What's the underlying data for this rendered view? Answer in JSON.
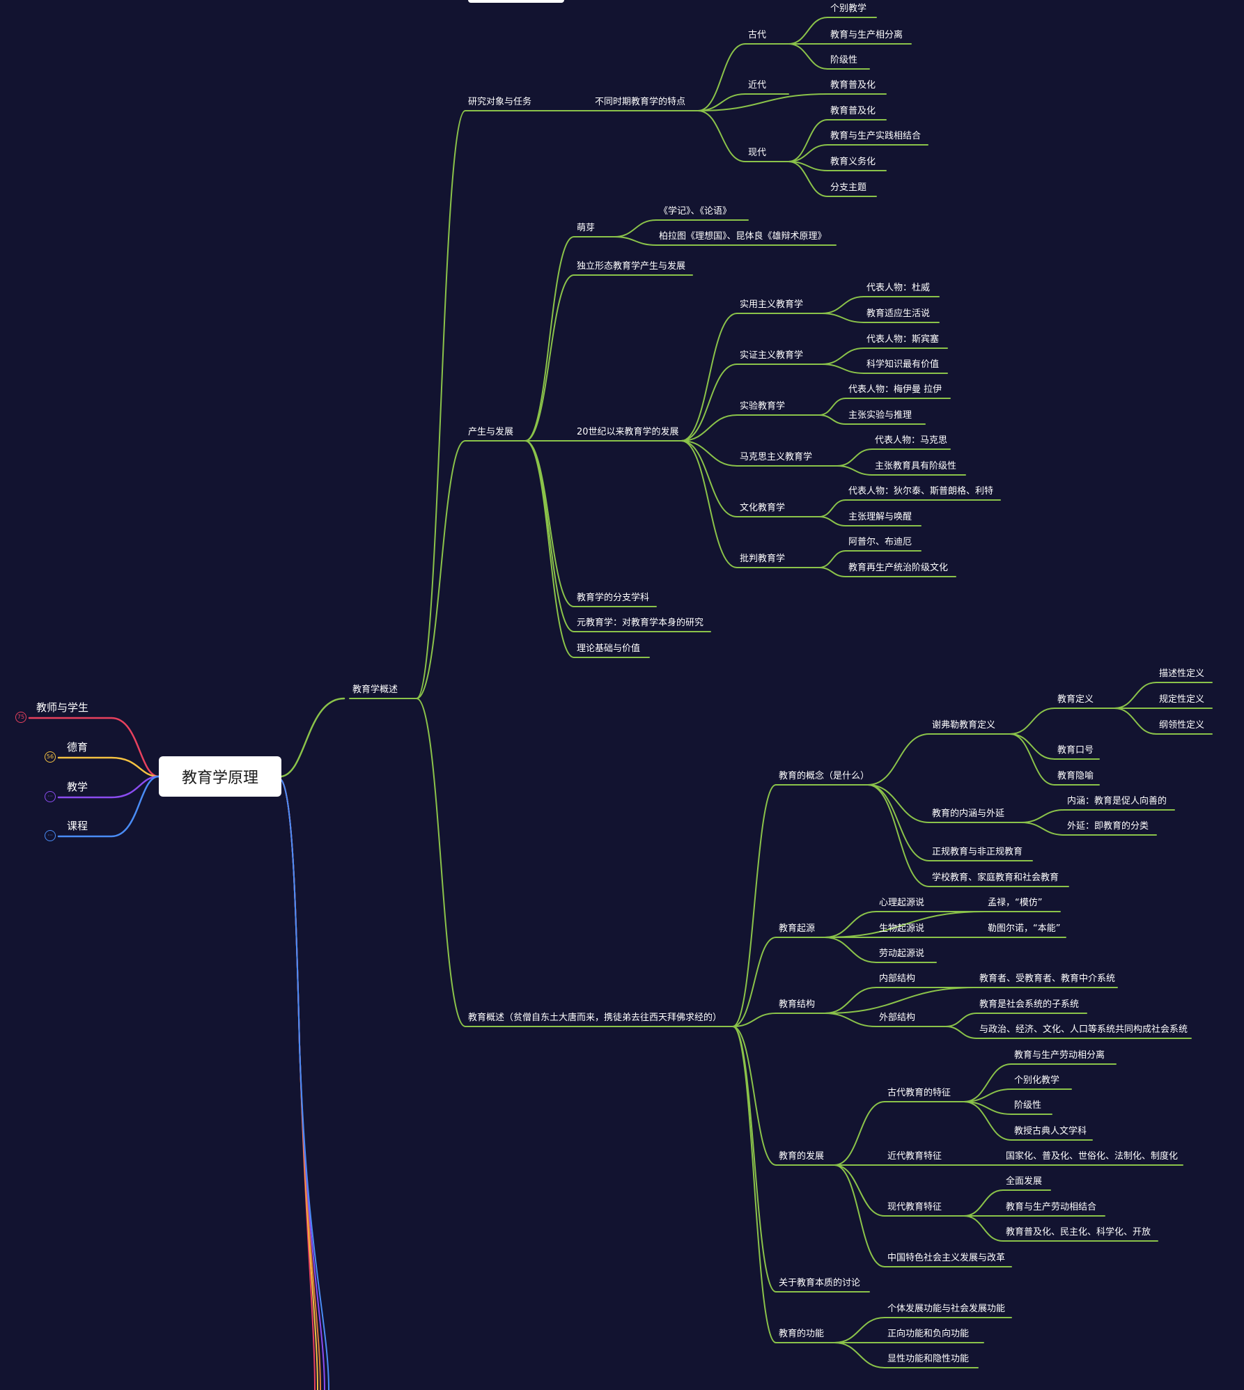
{
  "root": {
    "label": "教育学原理"
  },
  "colors": {
    "background": "#121330",
    "branch": "#8bc34a"
  },
  "left_branches": [
    {
      "label": "教师与学生",
      "badge": "75",
      "color": "#e8415e"
    },
    {
      "label": "德育",
      "badge": "56",
      "color": "#f5c242"
    },
    {
      "label": "教学",
      "badge": "···",
      "color": "#8b4cf0"
    },
    {
      "label": "课程",
      "badge": "···",
      "color": "#4a8cf5"
    }
  ],
  "nodes": {
    "n1": "教育学概述",
    "n2": "研究对象与任务",
    "n3": "不同时期教育学的特点",
    "n4": "古代",
    "n5": "个别教学",
    "n6": "教育与生产相分离",
    "n7": "阶级性",
    "n8": "近代",
    "n9": "教育普及化",
    "n10": "现代",
    "n11": "教育普及化",
    "n12": "教育与生产实践相结合",
    "n13": "教育义务化",
    "n14": "分支主题",
    "n15": "产生与发展",
    "n16": "萌芽",
    "n17": "《学记》、《论语》",
    "n18": "柏拉图《理想国》、昆体良《雄辩术原理》",
    "n19": "独立形态教育学产生与发展",
    "n20": "20世纪以来教育学的发展",
    "n21": "实用主义教育学",
    "n22": "代表人物：杜威",
    "n23": "教育适应生活说",
    "n24": "实证主义教育学",
    "n25": "代表人物：斯宾塞",
    "n26": "科学知识最有价值",
    "n27": "实验教育学",
    "n28": "代表人物：梅伊曼 拉伊",
    "n29": "主张实验与推理",
    "n30": "马克思主义教育学",
    "n31": "代表人物：马克思",
    "n32": "主张教育具有阶级性",
    "n33": "文化教育学",
    "n34": "代表人物：狄尔泰、斯普朗格、利特",
    "n35": "主张理解与唤醒",
    "n36": "批判教育学",
    "n37": "阿普尔、布迪厄",
    "n38": "教育再生产统治阶级文化",
    "n39": "教育学的分支学科",
    "n40": "元教育学：对教育学本身的研究",
    "n41": "理论基础与价值",
    "n42": "教育概述（贫僧自东土大唐而来，携徒弟去往西天拜佛求经的）",
    "n43": "教育的概念（是什么）",
    "n44": "谢弗勒教育定义",
    "n45": "教育定义",
    "n46": "描述性定义",
    "n47": "规定性定义",
    "n48": "纲领性定义",
    "n49": "教育口号",
    "n50": "教育隐喻",
    "n51": "教育的内涵与外延",
    "n52": "内涵：教育是促人向善的",
    "n53": "外延：即教育的分类",
    "n54": "正规教育与非正规教育",
    "n55": "学校教育、家庭教育和社会教育",
    "n56": "教育起源",
    "n57": "心理起源说",
    "n58": "孟禄，“模仿”",
    "n59": "生物起源说",
    "n60": "勒图尔诺，“本能”",
    "n61": "劳动起源说",
    "n62": "教育结构",
    "n63": "内部结构",
    "n64": "教育者、受教育者、教育中介系统",
    "n65": "外部结构",
    "n66": "教育是社会系统的子系统",
    "n67": "与政治、经济、文化、人口等系统共同构成社会系统",
    "n68": "教育的发展",
    "n69": "古代教育的特征",
    "n70": "教育与生产劳动相分离",
    "n71": "个别化教学",
    "n72": "阶级性",
    "n73": "教授古典人文学科",
    "n74": "近代教育特征",
    "n75": "国家化、普及化、世俗化、法制化、制度化",
    "n76": "现代教育特征",
    "n77": "全面发展",
    "n78": "教育与生产劳动相结合",
    "n79": "教育普及化、民主化、科学化、开放",
    "n80": "中国特色社会主义发展与改革",
    "n81": "关于教育本质的讨论",
    "n82": "教育的功能",
    "n83": "个体发展功能与社会发展功能",
    "n84": "正向功能和负向功能",
    "n85": "显性功能和隐性功能"
  }
}
